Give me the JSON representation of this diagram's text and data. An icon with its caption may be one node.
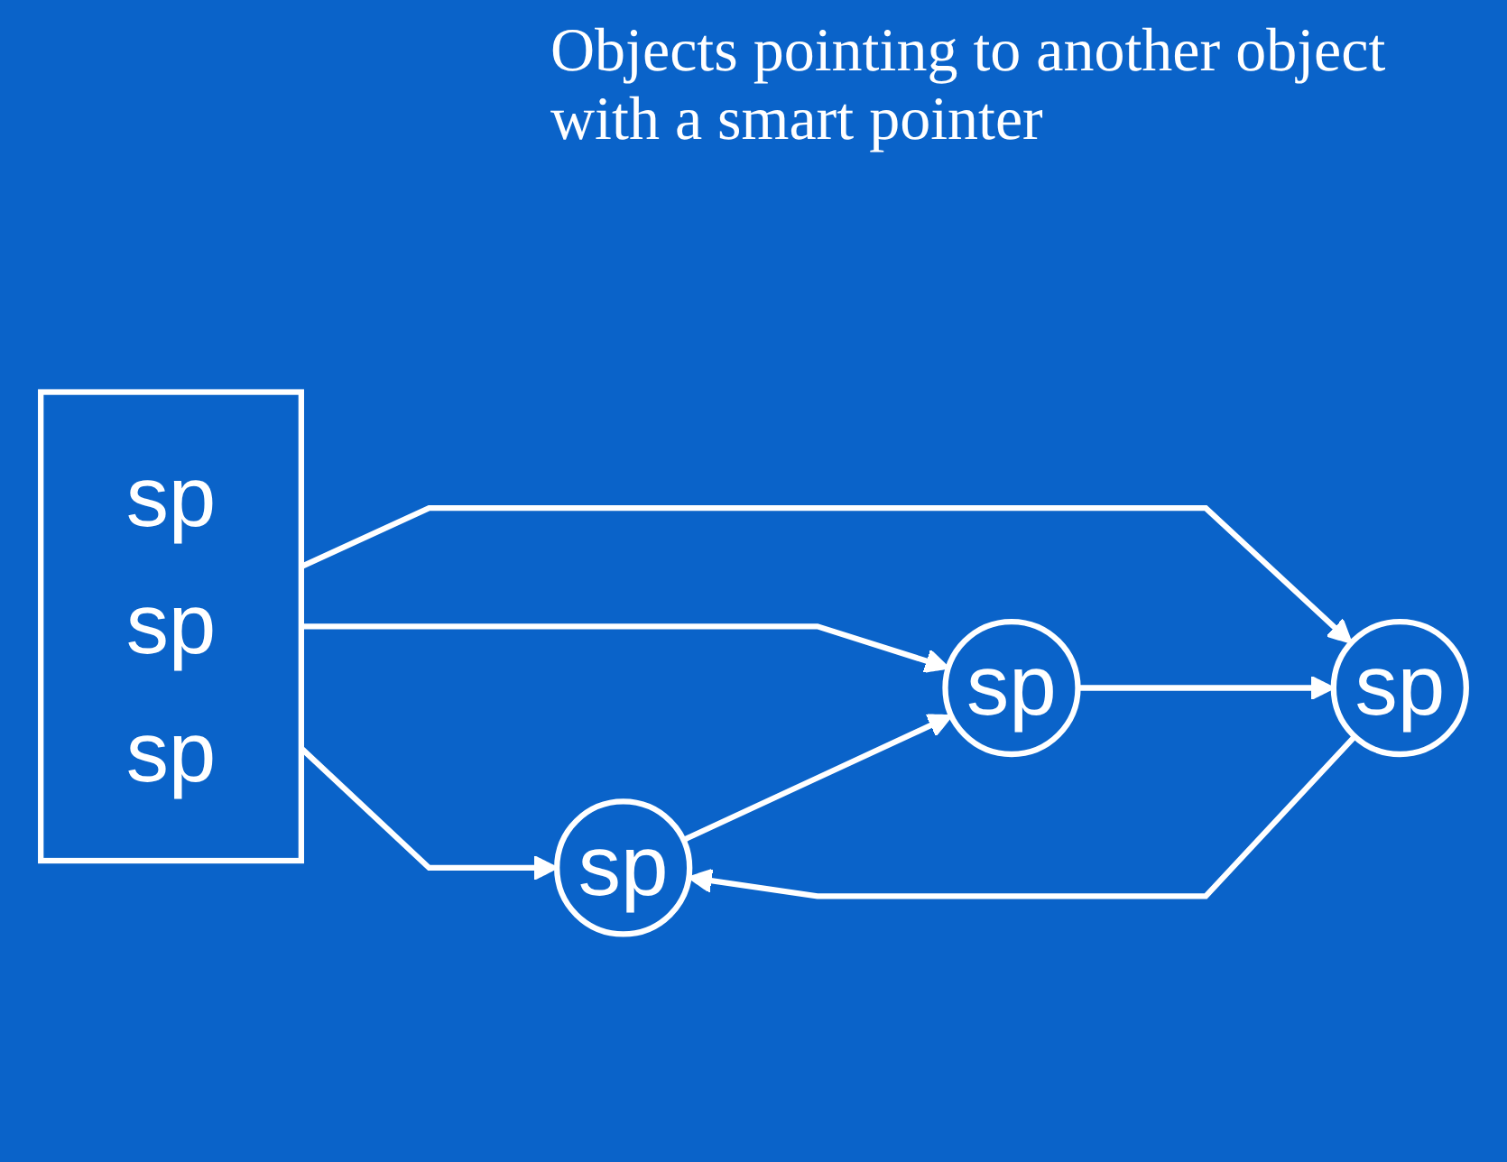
{
  "diagram": {
    "nodes": [
      {
        "text": [
          "sp",
          "sp",
          "sp"
        ]
      },
      {
        "text": [
          "sp"
        ]
      },
      {
        "text": [
          "sp"
        ]
      },
      {
        "text": [
          "sp"
        ]
      }
    ],
    "edges": [
      {
        "from": 0,
        "to": 1,
        "arrow": "to"
      },
      {
        "from": 0,
        "to": 2,
        "arrow": "to"
      },
      {
        "from": 0,
        "to": 3,
        "arrow": "to"
      },
      {
        "from": 2,
        "to": 1,
        "arrow": "to"
      },
      {
        "from": 1,
        "to": 3,
        "arrow": "to"
      },
      {
        "from": 3,
        "to": 2,
        "arrow": "to"
      }
    ],
    "labels": [
      "Objects pointing to another object with a smart pointer"
    ]
  }
}
